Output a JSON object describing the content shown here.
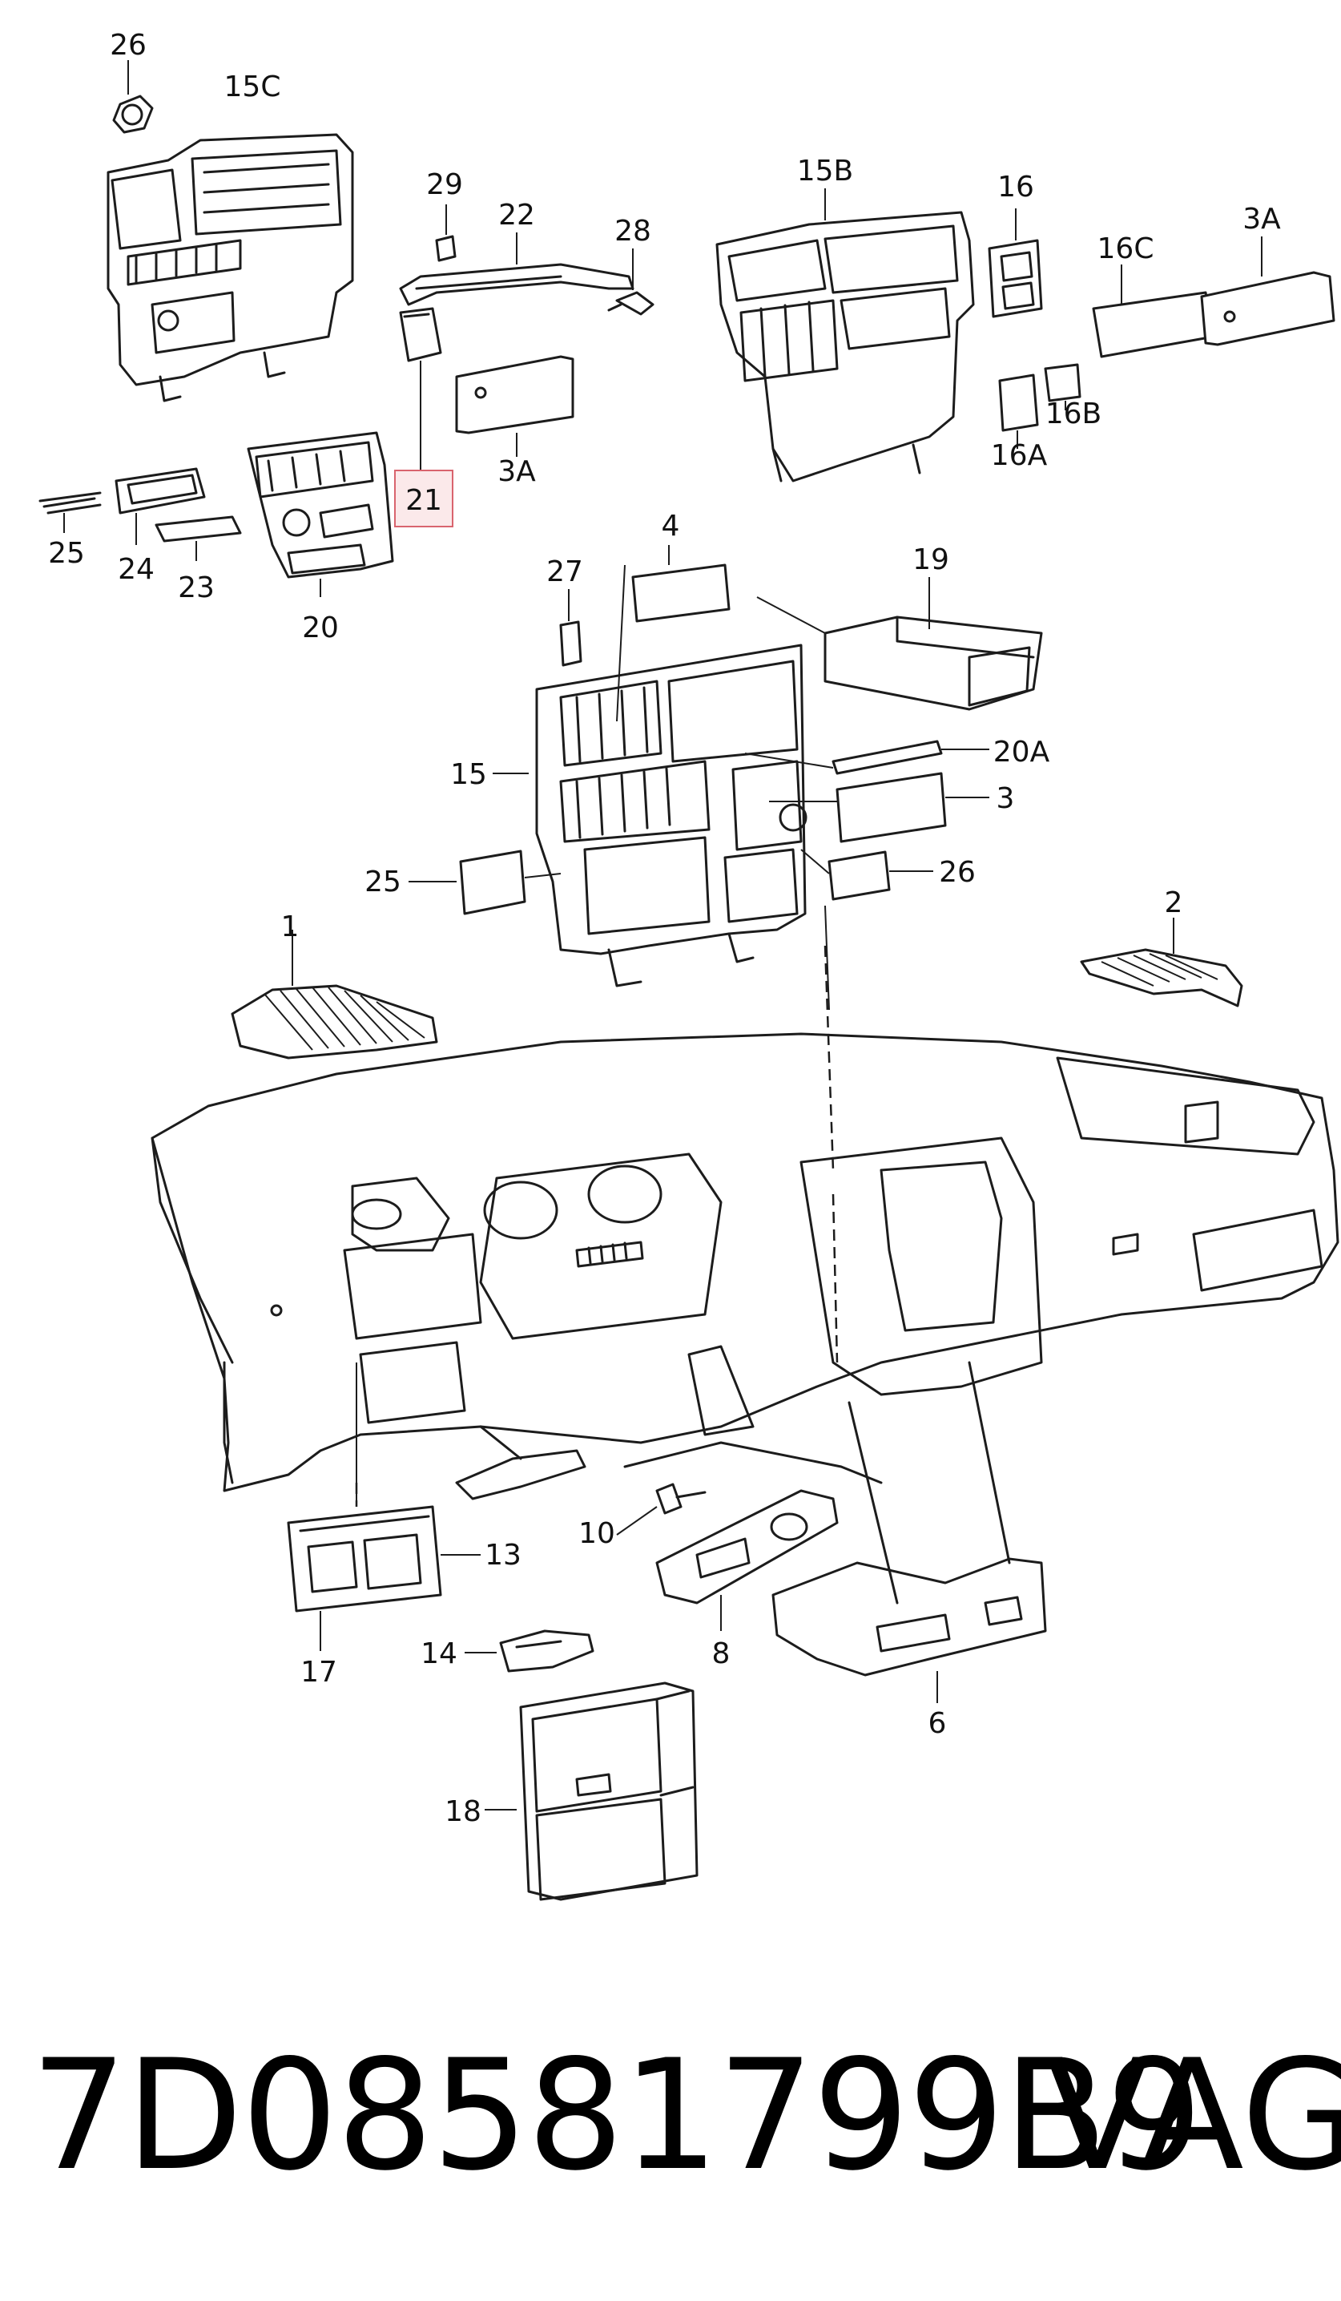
{
  "callouts": {
    "c26a": "26",
    "c15c": "15C",
    "c29": "29",
    "c22": "22",
    "c28": "28",
    "c15b": "15B",
    "c16": "16",
    "c16c": "16C",
    "c3a_top": "3A",
    "c21": "21",
    "c3a_mid": "3A",
    "c16b": "16B",
    "c16a": "16A",
    "c25a": "25",
    "c24": "24",
    "c23": "23",
    "c20": "20",
    "c4": "4",
    "c27": "27",
    "c19": "19",
    "c20a": "20A",
    "c15": "15",
    "c3": "3",
    "c25b": "25",
    "c26b": "26",
    "c1": "1",
    "c2": "2",
    "c10": "10",
    "c13": "13",
    "c17": "17",
    "c8": "8",
    "c14": "14",
    "c6": "6",
    "c18": "18"
  },
  "highlight": {
    "label": "21",
    "color": "#d9646e"
  },
  "footer": {
    "part_number": "7D08581799B9",
    "brand": "VAG"
  }
}
